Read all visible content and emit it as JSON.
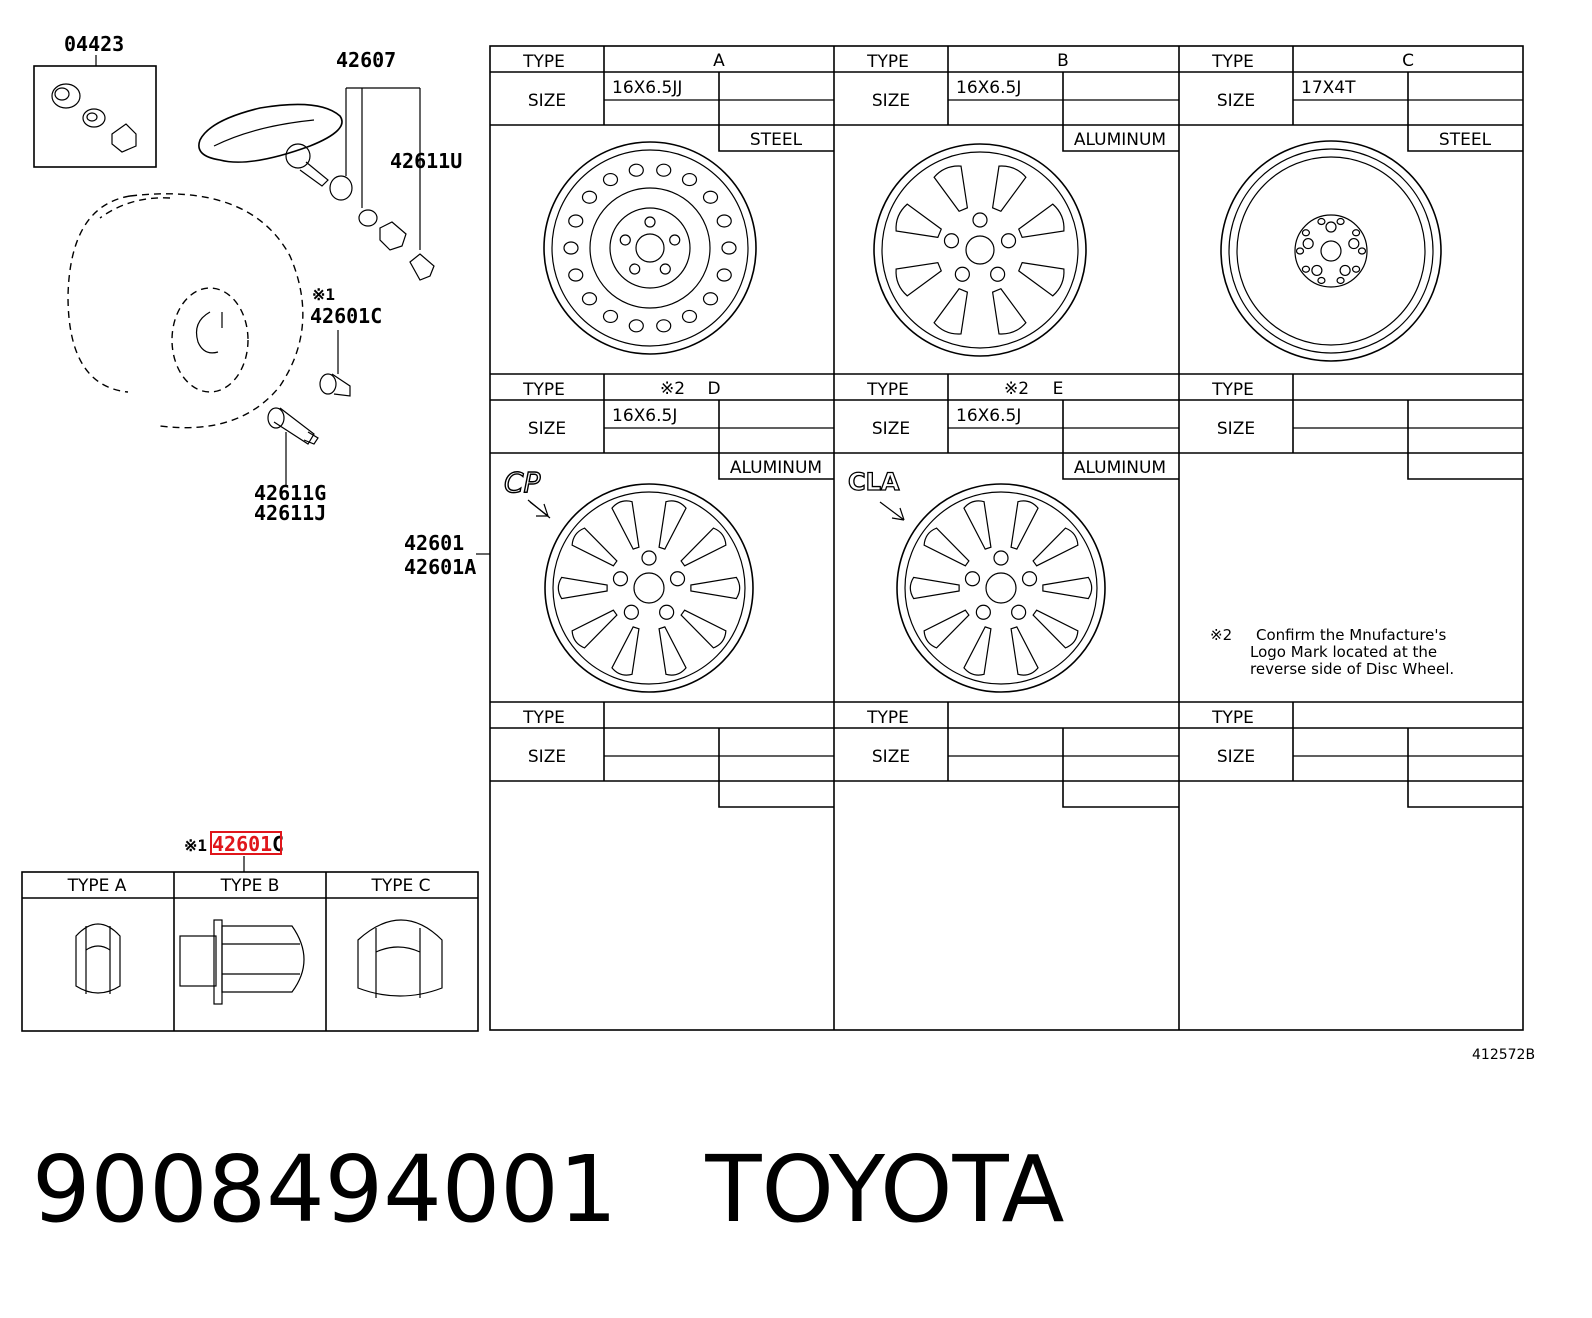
{
  "parts": {
    "valve_cap_kit": "04423",
    "tpms_sensor": "42607",
    "valve_core": "42611U",
    "nut_note_mark": "※1",
    "hub_nut": "42601C",
    "valve": "42611G",
    "valve_alt": "42611J",
    "wheel": "42601",
    "wheel_alt": "42601A"
  },
  "nut_table": {
    "note_mark": "※1",
    "part_prefix": "42601",
    "part_suffix": "C",
    "headers": [
      "TYPE A",
      "TYPE B",
      "TYPE C"
    ]
  },
  "wheel_table": {
    "type_label": "TYPE",
    "size_label": "SIZE",
    "cells": [
      {
        "type": "A",
        "size": "16X6.5JJ",
        "material": "STEEL"
      },
      {
        "type": "B",
        "size": "16X6.5J",
        "material": "ALUMINUM"
      },
      {
        "type": "C",
        "size": "17X4T",
        "material": "STEEL"
      },
      {
        "mark": "※2",
        "type": "D",
        "size": "16X6.5J",
        "material": "ALUMINUM"
      },
      {
        "mark": "※2",
        "type": "E",
        "size": "16X6.5J",
        "material": "ALUMINUM"
      },
      {
        "type": "",
        "size": "",
        "material": ""
      },
      {
        "type": "",
        "size": "",
        "material": ""
      },
      {
        "type": "",
        "size": "",
        "material": ""
      },
      {
        "type": "",
        "size": "",
        "material": ""
      }
    ]
  },
  "logos": {
    "d": "CP",
    "e": "CLA"
  },
  "note": {
    "mark": "※2",
    "lines": [
      "Confirm the Mnufacture's",
      "Logo Mark located at the",
      "reverse side of Disc Wheel."
    ]
  },
  "diagram_code": "412572B",
  "caption": {
    "part_number": "9008494001",
    "brand": "TOYOTA"
  },
  "colors": {
    "highlight": "#e0161b",
    "ink": "#000000"
  }
}
